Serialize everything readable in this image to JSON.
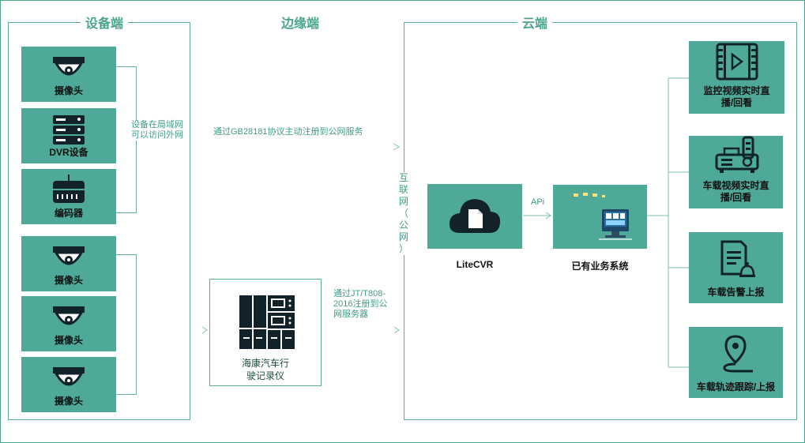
{
  "sections": {
    "device": "设备端",
    "edge": "边缘端",
    "cloud": "云端"
  },
  "devices_top": [
    {
      "label": "摄像头",
      "icon": "dome-camera-icon"
    },
    {
      "label": "DVR设备",
      "icon": "dvr-server-icon"
    },
    {
      "label": "编码器",
      "icon": "encoder-icon"
    }
  ],
  "devices_bottom": [
    {
      "label": "摄像头",
      "icon": "dome-camera-icon"
    },
    {
      "label": "摄像头",
      "icon": "dome-camera-icon"
    },
    {
      "label": "摄像头",
      "icon": "dome-camera-icon"
    }
  ],
  "notes": {
    "lan": "设备在局域网\n可以访问外网",
    "gb28181": "通过GB28181协议主动注册到公网服务",
    "jt808": "通过JT/T808-\n2016注册到公\n网服务器",
    "internet": "互\n联\n网\n（\n公\n网\n）",
    "api": "APi"
  },
  "recorder": {
    "label": "海康汽车行\n驶记录仪",
    "icon": "vehicle-recorder-icon"
  },
  "litecvr": {
    "label": "LiteCVR",
    "icon": "cloud-document-icon"
  },
  "business": {
    "label": "已有业务系统",
    "icon": "monitor-dashboard-icon"
  },
  "outputs": [
    {
      "label": "监控视频实时直\n播/回看",
      "icon": "video-film-icon"
    },
    {
      "label": "车载视频实时直\n播/回看",
      "icon": "car-dvr-icon"
    },
    {
      "label": "车载告警上报",
      "icon": "alarm-report-icon"
    },
    {
      "label": "车载轨迹跟踪/上报",
      "icon": "location-pin-icon"
    }
  ],
  "colors": {
    "tile": "#4fa999",
    "frame": "#5aa998",
    "text_accent": "#3f9d88",
    "icon": "#12222b"
  }
}
